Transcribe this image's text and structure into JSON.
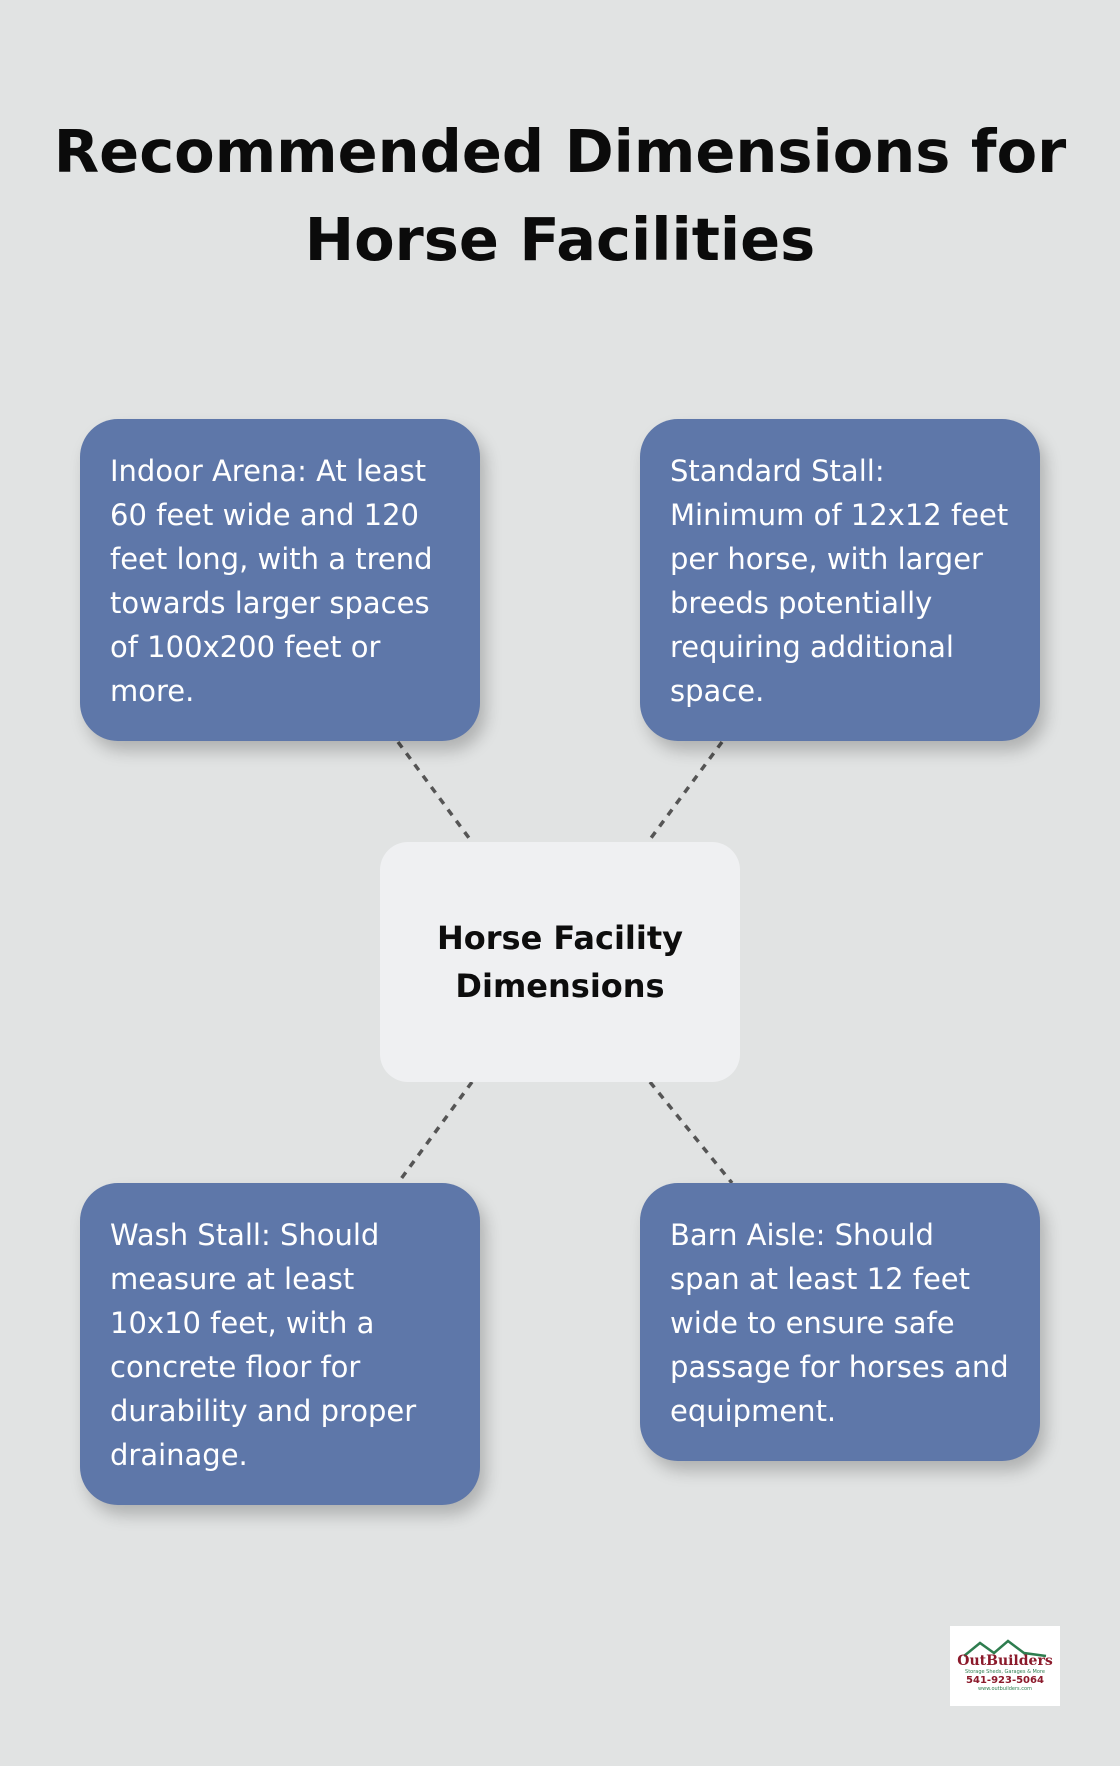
{
  "title": "Recommended Dimensions for Horse Facilities",
  "center": {
    "label": "Horse Facility Dimensions"
  },
  "cards": {
    "indoor_arena": "Indoor Arena: At least 60 feet wide and 120 feet long, with a trend towards larger spaces of 100x200 feet or more.",
    "standard_stall": "Standard Stall: Minimum of 12x12 feet per horse, with larger breeds potentially requiring additional space.",
    "wash_stall": "Wash Stall: Should measure at least 10x10 feet, with a concrete floor for durability and proper drainage.",
    "barn_aisle": "Barn Aisle: Should span at least 12 feet wide to ensure safe passage for horses and equipment."
  },
  "logo": {
    "brand": "OutBuilders",
    "tagline": "Storage Sheds, Garages & More",
    "phone": "541-923-5064",
    "website": "www.outbuilders.com"
  },
  "colors": {
    "background": "#e1e3e3",
    "card": "#5e77a9",
    "center_box": "#eff0f2",
    "connector": "#555555",
    "logo_green": "#2e7d4f",
    "logo_red": "#8b1a2b"
  }
}
